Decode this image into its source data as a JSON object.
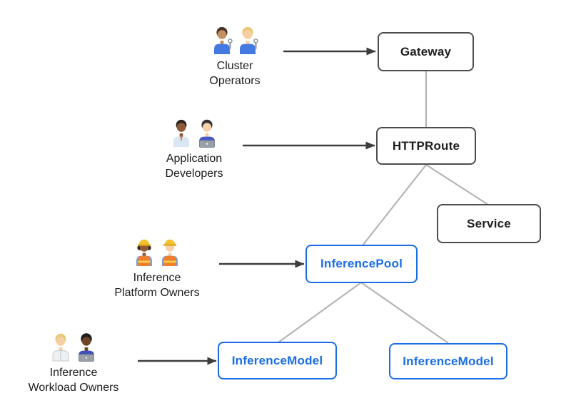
{
  "diagram": {
    "personas": [
      {
        "id": "cluster-operators",
        "icon": "mechanics-icon",
        "label_lines": [
          "Cluster",
          "Operators"
        ]
      },
      {
        "id": "application-developers",
        "icon": "developers-icon",
        "label_lines": [
          "Application",
          "Developers"
        ]
      },
      {
        "id": "inference-platform-owners",
        "icon": "construction-workers-icon",
        "label_lines": [
          "Inference",
          "Platform Owners"
        ]
      },
      {
        "id": "inference-workload-owners",
        "icon": "workload-owners-icon",
        "label_lines": [
          "Inference",
          "Workload Owners"
        ]
      }
    ],
    "nodes": [
      {
        "id": "gateway",
        "label": "Gateway",
        "category": "core"
      },
      {
        "id": "httproute",
        "label": "HTTPRoute",
        "category": "core"
      },
      {
        "id": "service",
        "label": "Service",
        "category": "core"
      },
      {
        "id": "inference-pool",
        "label": "InferencePool",
        "category": "inference-extension"
      },
      {
        "id": "inference-model-left",
        "label": "InferenceModel",
        "category": "inference-extension"
      },
      {
        "id": "inference-model-right",
        "label": "InferenceModel",
        "category": "inference-extension"
      }
    ],
    "edges": [
      {
        "from": "gateway",
        "to": "httproute"
      },
      {
        "from": "httproute",
        "to": "service"
      },
      {
        "from": "httproute",
        "to": "inference-pool"
      },
      {
        "from": "inference-pool",
        "to": "inference-model-left"
      },
      {
        "from": "inference-pool",
        "to": "inference-model-right"
      }
    ],
    "persona_arrows": [
      {
        "from": "cluster-operators",
        "to": "gateway"
      },
      {
        "from": "application-developers",
        "to": "httproute"
      },
      {
        "from": "inference-platform-owners",
        "to": "inference-pool"
      },
      {
        "from": "inference-workload-owners",
        "to": "inference-model-left"
      }
    ],
    "colors": {
      "core_border": "#4d4d4d",
      "core_text": "#1e1e1e",
      "extension_accent": "#1a6ce8",
      "connector_line": "#b5b5b5",
      "arrow": "#3d3d3d",
      "background": "#ffffff"
    }
  }
}
